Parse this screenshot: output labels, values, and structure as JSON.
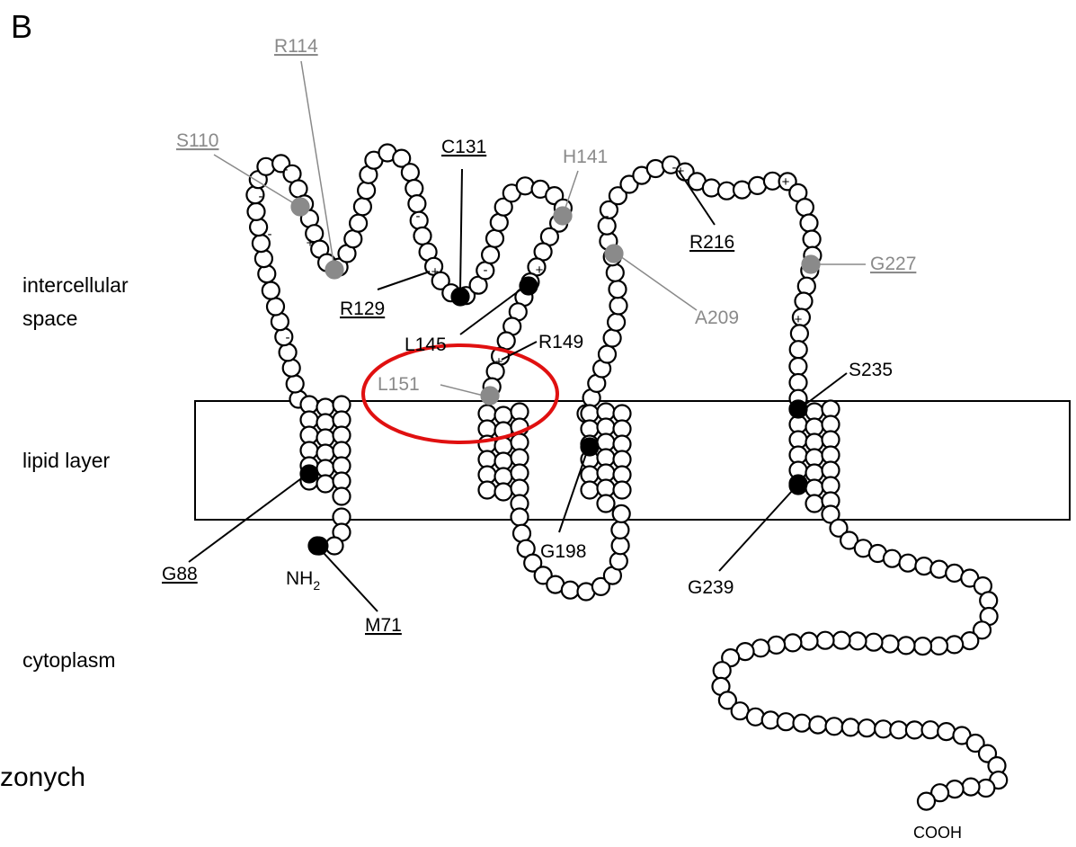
{
  "panel_letter": "B",
  "regions": {
    "intercellular_line1": "intercellular",
    "intercellular_line2": "space",
    "lipid": "lipid layer",
    "cytoplasm": "cytoplasm"
  },
  "partial_text": "zonych",
  "termini": {
    "nh2_main": "NH",
    "nh2_sub": "2",
    "cooh": "COOH"
  },
  "residues": {
    "R114": "R114",
    "S110": "S110",
    "C131": "C131",
    "H141": "H141",
    "R216": "R216",
    "G227": "G227",
    "R129": "R129",
    "A209": "A209",
    "L145": "L145",
    "R149": "R149",
    "L151": "L151",
    "S235": "S235",
    "G88": "G88",
    "M71": "M71",
    "G198": "G198",
    "G239": "G239"
  },
  "colors": {
    "highlight_ellipse": "#e01010",
    "gray_residue": "#8a8a8a",
    "black": "#000000"
  }
}
